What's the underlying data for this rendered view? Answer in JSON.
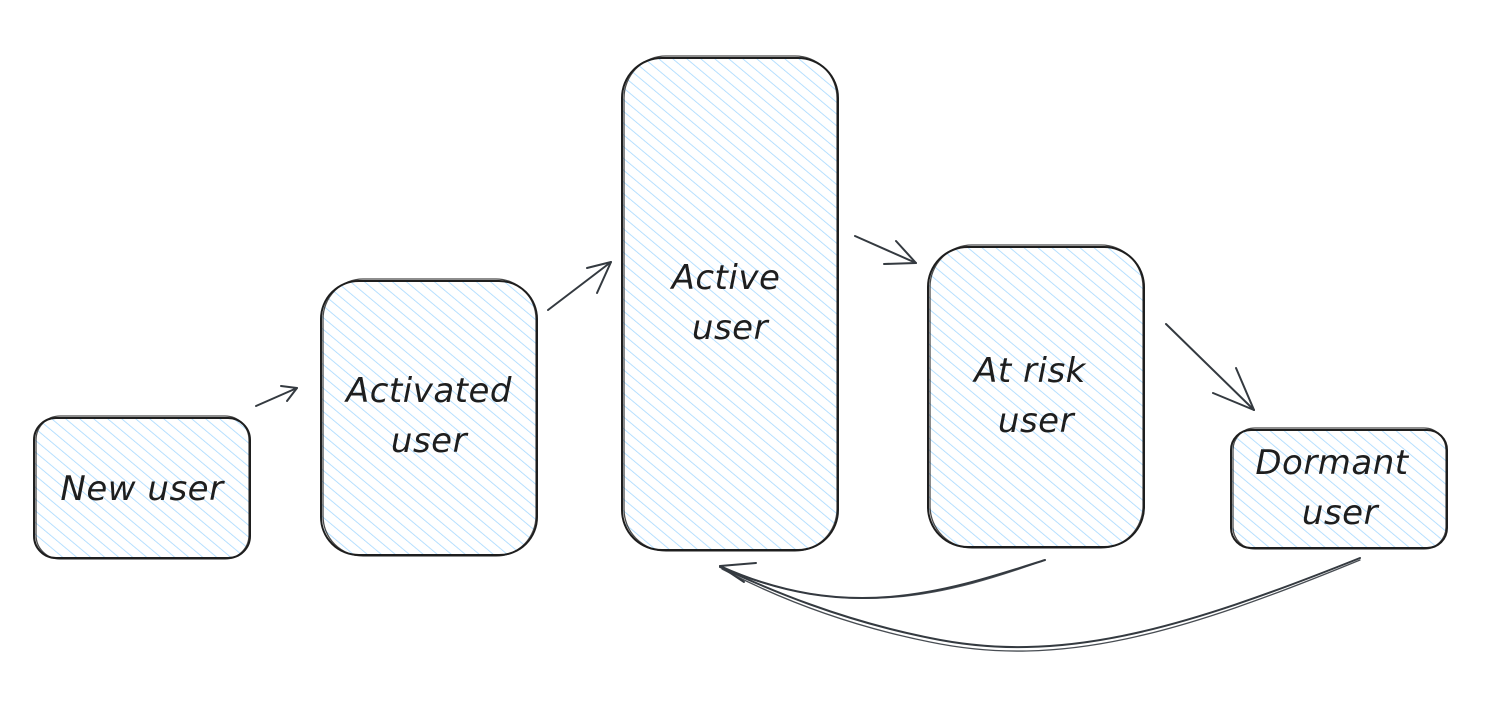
{
  "diagram": {
    "fill_color": "#a5d8ff",
    "stroke_color": "#1e1e1e",
    "arrow_color": "#343a40",
    "nodes": [
      {
        "id": "new",
        "lines": [
          "New user"
        ]
      },
      {
        "id": "activated",
        "lines": [
          "Activated",
          "user"
        ]
      },
      {
        "id": "active",
        "lines": [
          "Active",
          "user"
        ]
      },
      {
        "id": "atrisk",
        "lines": [
          "At risk",
          "user"
        ]
      },
      {
        "id": "dormant",
        "lines": [
          "Dormant",
          "user"
        ]
      }
    ],
    "edges": [
      {
        "from": "new",
        "to": "activated"
      },
      {
        "from": "activated",
        "to": "active"
      },
      {
        "from": "active",
        "to": "atrisk"
      },
      {
        "from": "atrisk",
        "to": "dormant"
      },
      {
        "from": "atrisk",
        "to": "active"
      },
      {
        "from": "dormant",
        "to": "active"
      }
    ]
  }
}
